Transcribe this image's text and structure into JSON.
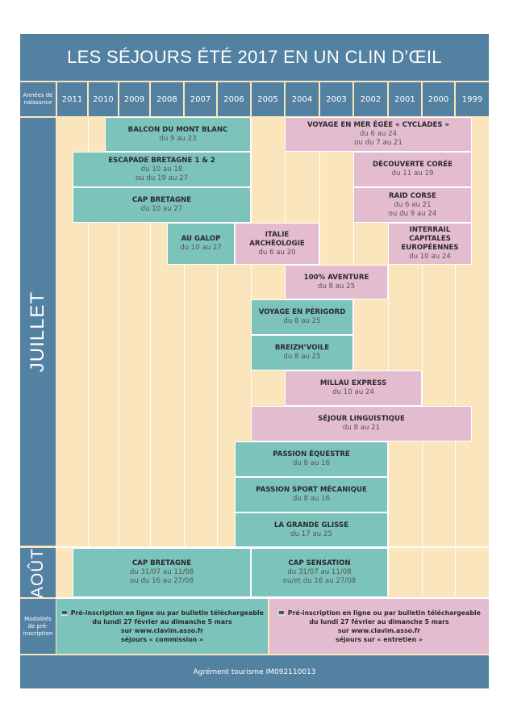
{
  "title": "LES SÉJOURS ÉTÉ 2017 EN UN CLIN D’ŒIL",
  "birth_years_label": "Années de naissance",
  "years": [
    "2011",
    "2010",
    "2009",
    "2008",
    "2007",
    "2006",
    "2005",
    "2004",
    "2003",
    "2002",
    "2001",
    "2000",
    "1999"
  ],
  "months": {
    "july": "JUILLET",
    "august": "AOÛT"
  },
  "registration_label": "Modalités de pré-inscription",
  "stays_july": [
    {
      "name": "BALCON DU MONT BLANC",
      "dates": [
        "du 9 au 23"
      ],
      "color": "teal"
    },
    {
      "name": "VOYAGE EN MER ÉGÉE « CYCLADES »",
      "dates": [
        "du 6 au 24",
        "ou du 7 au 21"
      ],
      "color": "pink"
    },
    {
      "name": "ESCAPADE BRETAGNE 1 & 2",
      "dates": [
        "du 10 au 18",
        "ou du 19 au 27"
      ],
      "color": "teal"
    },
    {
      "name": "DÉCOUVERTE CORÉE",
      "dates": [
        "du 11 au 19"
      ],
      "color": "pink"
    },
    {
      "name": "CAP BRETAGNE",
      "dates": [
        "du 10 au 27"
      ],
      "color": "teal"
    },
    {
      "name": "RAID CORSE",
      "dates": [
        "du 6 au 21",
        "ou du 9 au 24"
      ],
      "color": "pink"
    },
    {
      "name": "AU GALOP",
      "dates": [
        "du 10 au 27"
      ],
      "color": "teal"
    },
    {
      "name": "ITALIE ARCHÉOLOGIE",
      "dates": [
        "du 6 au 20"
      ],
      "color": "pink"
    },
    {
      "name": "INTERRAIL CAPITALES EUROPÉENNES",
      "dates": [
        "du 10 au 24"
      ],
      "color": "pink"
    },
    {
      "name": "100% AVENTURE",
      "dates": [
        "du 8 au 25"
      ],
      "color": "pink"
    },
    {
      "name": "VOYAGE EN PÉRIGORD",
      "dates": [
        "du 8 au 25"
      ],
      "color": "teal"
    },
    {
      "name": "BREIZH’VOILE",
      "dates": [
        "du 8 au 25"
      ],
      "color": "teal"
    },
    {
      "name": "MILLAU EXPRESS",
      "dates": [
        "du 10 au 24"
      ],
      "color": "pink"
    },
    {
      "name": "SÉJOUR LINGUISTIQUE",
      "dates": [
        "du 8 au 21"
      ],
      "color": "pink"
    },
    {
      "name": "PASSION ÉQUESTRE",
      "dates": [
        "du 8 au 16"
      ],
      "color": "teal"
    },
    {
      "name": "PASSION SPORT MÉCANIQUE",
      "dates": [
        "du 8 au 16"
      ],
      "color": "teal"
    },
    {
      "name": "LA GRANDE GLISSE",
      "dates": [
        "du 17 au 25"
      ],
      "color": "teal"
    }
  ],
  "stays_august": [
    {
      "name": "CAP BRETAGNE",
      "dates": [
        "du 31/07 au 11/08",
        "ou du 16 au 27/08"
      ],
      "color": "teal"
    },
    {
      "name": "CAP SENSATION",
      "dates": [
        "du 31/07 au 11/08",
        "ou/et du 16 au 27/08"
      ],
      "color": "pink"
    }
  ],
  "registration": [
    {
      "lines": [
        "Pré-inscription en ligne ou par bulletin téléchargeable",
        "du lundi 27 février au dimanche 5 mars",
        "sur www.clavim.asso.fr",
        "séjours « commission »"
      ],
      "color": "teal"
    },
    {
      "lines": [
        "Pré-inscription en ligne ou par bulletin téléchargeable",
        "du lundi 27 février au dimanche 5 mars",
        "sur www.clavim.asso.fr",
        "séjours sur « entretien »"
      ],
      "color": "pink"
    }
  ],
  "footer": "Agrément tourisme IM092110013",
  "colors": {
    "header": "#5381a2",
    "background": "#fbe5bd",
    "teal": "#7cc3bc",
    "pink": "#e4bcd0"
  }
}
